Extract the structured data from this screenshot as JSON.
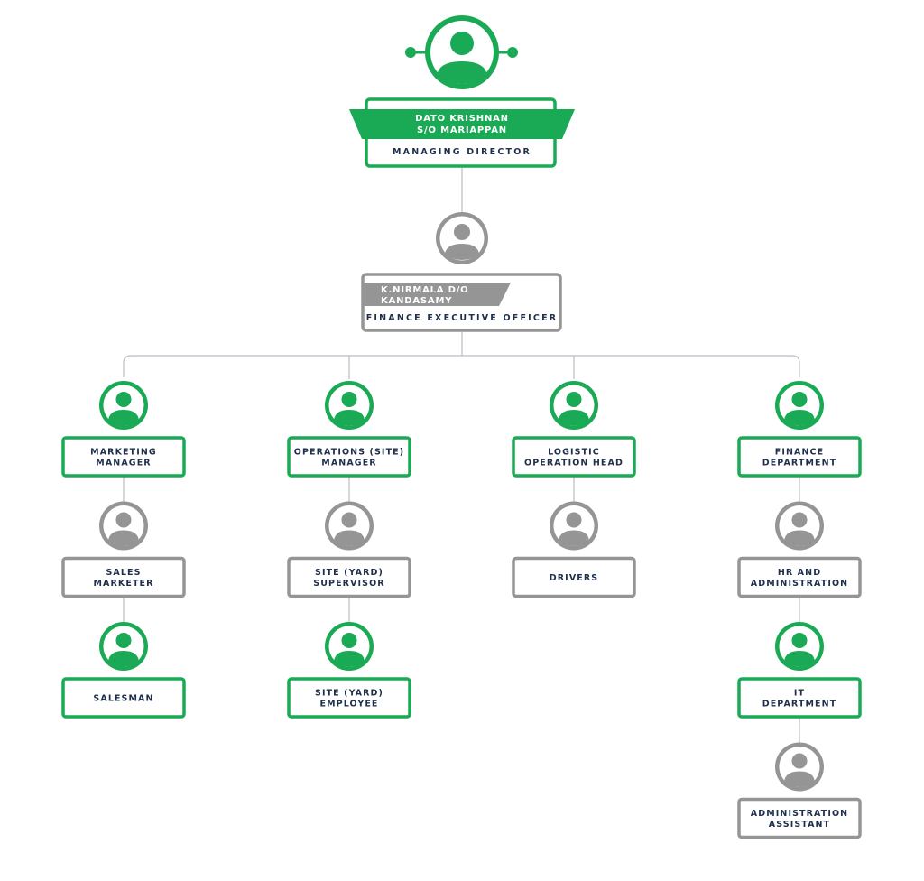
{
  "colors": {
    "green": "#1aaa55",
    "grey": "#959595",
    "connector": "#b8bec6",
    "text_dark": "#1f2f4a",
    "text_light": "#ffffff"
  },
  "top": {
    "name_line1": "DATO KRISHNAN",
    "name_line2": "S/O MARIAPPAN",
    "title": "MANAGING DIRECTOR"
  },
  "second": {
    "name_line1": "K.NIRMALA D/O",
    "name_line2": "KANDASAMY",
    "title": "FINANCE EXECUTIVE OFFICER"
  },
  "columns": [
    {
      "nodes": [
        {
          "lines": [
            "MARKETING",
            "MANAGER"
          ],
          "color": "green"
        },
        {
          "lines": [
            "SALES",
            "MARKETER"
          ],
          "color": "grey"
        },
        {
          "lines": [
            "SALESMAN"
          ],
          "color": "green"
        }
      ]
    },
    {
      "nodes": [
        {
          "lines": [
            "OPERATIONS (SITE)",
            "MANAGER"
          ],
          "color": "green"
        },
        {
          "lines": [
            "SITE (YARD)",
            "SUPERVISOR"
          ],
          "color": "grey"
        },
        {
          "lines": [
            "SITE (YARD)",
            "EMPLOYEE"
          ],
          "color": "green"
        }
      ]
    },
    {
      "nodes": [
        {
          "lines": [
            "LOGISTIC",
            "OPERATION HEAD"
          ],
          "color": "green"
        },
        {
          "lines": [
            "DRIVERS"
          ],
          "color": "grey"
        }
      ]
    },
    {
      "nodes": [
        {
          "lines": [
            "FINANCE",
            "DEPARTMENT"
          ],
          "color": "green"
        },
        {
          "lines": [
            "HR AND",
            "ADMINISTRATION"
          ],
          "color": "grey"
        },
        {
          "lines": [
            "IT",
            "DEPARTMENT"
          ],
          "color": "green"
        },
        {
          "lines": [
            "ADMINISTRATION",
            "ASSISTANT"
          ],
          "color": "grey"
        }
      ]
    }
  ]
}
